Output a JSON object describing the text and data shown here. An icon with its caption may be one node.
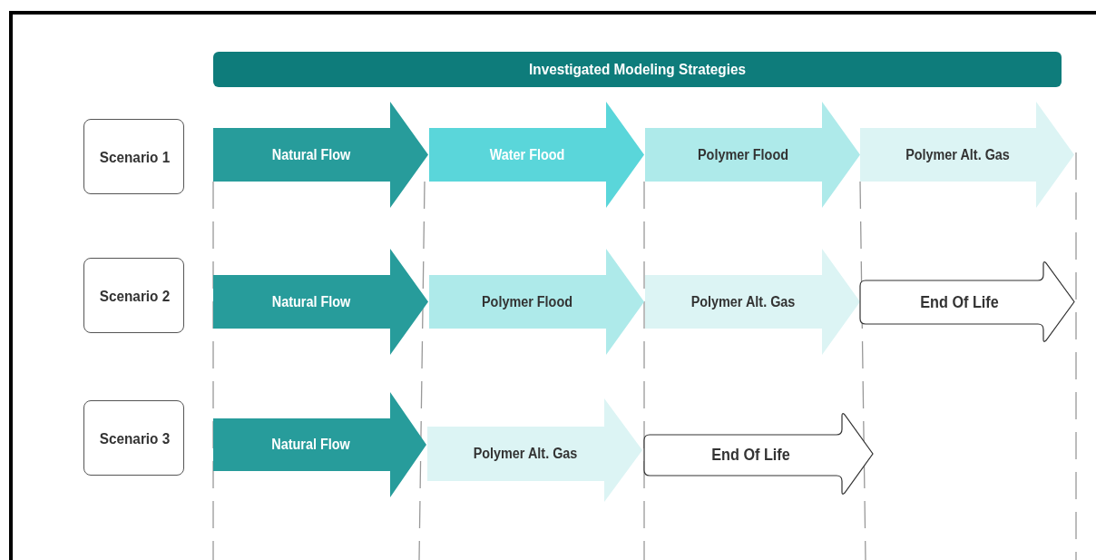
{
  "diagram": {
    "nodes": [
      {
        "text": [
          "Investigated Modeling Strategies"
        ]
      },
      {
        "text": [
          "Scenario 1"
        ]
      },
      {
        "text": [
          "Natural Flow"
        ]
      },
      {
        "text": [
          "Water Flood"
        ]
      },
      {
        "text": [
          "Polymer Flood"
        ]
      },
      {
        "text": [
          "Polymer Alt. Gas"
        ]
      },
      {
        "text": [
          "Scenario 2"
        ]
      },
      {
        "text": [
          "Natural Flow"
        ]
      },
      {
        "text": [
          "Polymer Flood"
        ]
      },
      {
        "text": [
          "Polymer Alt. Gas"
        ]
      },
      {
        "text": [
          "End Of Life"
        ]
      },
      {
        "text": [
          "Scenario 3"
        ]
      },
      {
        "text": [
          "Natural Flow"
        ]
      },
      {
        "text": [
          "Polymer Alt. Gas"
        ]
      },
      {
        "text": [
          "End Of Life"
        ]
      }
    ]
  }
}
